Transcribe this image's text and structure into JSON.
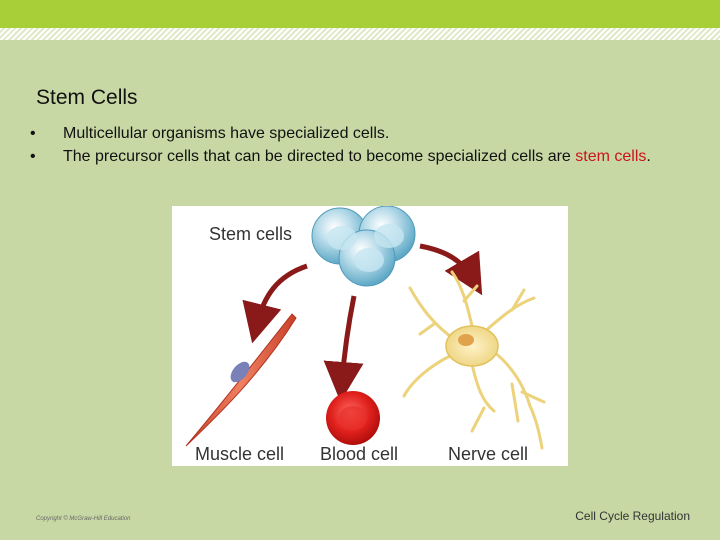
{
  "slide": {
    "title": "Stem Cells",
    "bullets": [
      {
        "marker": "•",
        "text": "Multicellular organisms have specialized cells."
      },
      {
        "marker": "•",
        "text_before": "The precursor cells that can be directed to become specialized cells are ",
        "highlight": "stem cells",
        "text_after": "."
      }
    ],
    "highlight_color": "#c8141e"
  },
  "figure": {
    "labels": {
      "stem": "Stem cells",
      "muscle": "Muscle cell",
      "blood": "Blood cell",
      "nerve": "Nerve cell"
    }
  },
  "footer": {
    "copyright": "Copyright © McGraw-Hill Education",
    "topic": "Cell Cycle Regulation"
  },
  "colors": {
    "background": "#c8d8a4",
    "top_bar": "#a9cf38"
  }
}
